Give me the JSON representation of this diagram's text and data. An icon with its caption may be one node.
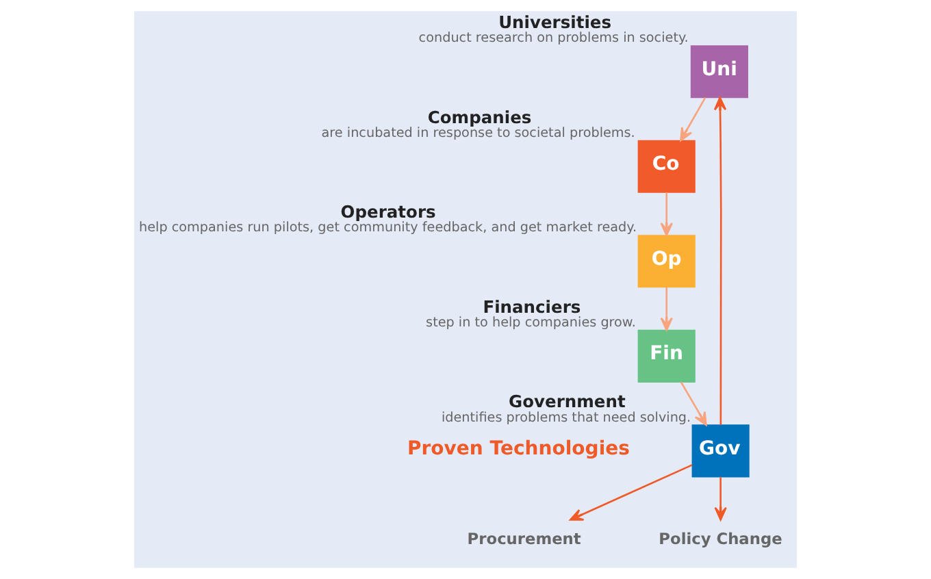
{
  "diagram": {
    "nodes": [
      {
        "text": [
          "Uni"
        ],
        "beside": [
          "Universities",
          "conduct research on problems in society."
        ]
      },
      {
        "text": [
          "Co"
        ],
        "beside": [
          "Companies",
          "are incubated in response to societal problems."
        ]
      },
      {
        "text": [
          "Op"
        ],
        "beside": [
          "Operators",
          "help companies run pilots, get community feedback, and get market ready."
        ]
      },
      {
        "text": [
          "Fin"
        ],
        "beside": [
          "Financiers",
          "step in to help companies grow."
        ]
      },
      {
        "text": [
          "Gov"
        ],
        "beside": [
          "Government",
          "identifies problems that need solving."
        ]
      },
      {
        "text": [
          "Procurement"
        ]
      },
      {
        "text": [
          "Policy Change"
        ]
      }
    ],
    "edges": [
      {
        "from": 0,
        "to": 1,
        "arrow": "to"
      },
      {
        "from": 1,
        "to": 2,
        "arrow": "to"
      },
      {
        "from": 2,
        "to": 3,
        "arrow": "to"
      },
      {
        "from": 3,
        "to": 4,
        "arrow": "to"
      },
      {
        "from": 4,
        "to": 0,
        "arrow": "to",
        "color": "#f05a28"
      },
      {
        "from": 4,
        "to": 5,
        "arrow": "to",
        "color": "#f05a28"
      },
      {
        "from": 4,
        "to": 6,
        "arrow": "to",
        "color": "#f05a28"
      }
    ],
    "labels": [
      "Proven Technologies"
    ]
  }
}
